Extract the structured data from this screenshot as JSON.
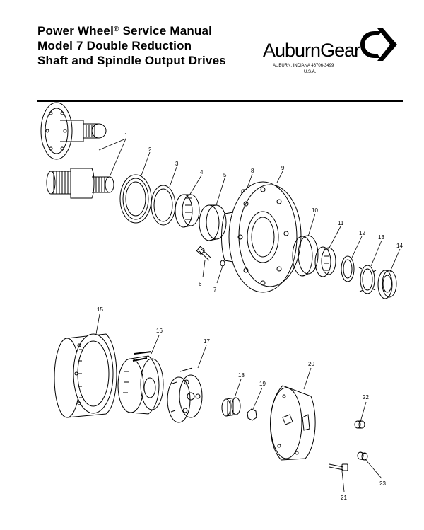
{
  "header": {
    "title_line1": "Power Wheel",
    "title_line1_mark": "®",
    "title_line1_rest": " Service Manual",
    "title_line2": "Model 7 Double Reduction",
    "title_line3": "Shaft and Spindle Output Drives"
  },
  "logo": {
    "brand": "AuburnGear",
    "address": "AUBURN, INDIANA 46706-3499",
    "country": "U.S.A."
  },
  "callouts": [
    "1",
    "2",
    "3",
    "4",
    "5",
    "6",
    "7",
    "8",
    "9",
    "10",
    "11",
    "12",
    "13",
    "14",
    "15",
    "16",
    "17",
    "18",
    "19",
    "20",
    "21",
    "22",
    "23"
  ]
}
